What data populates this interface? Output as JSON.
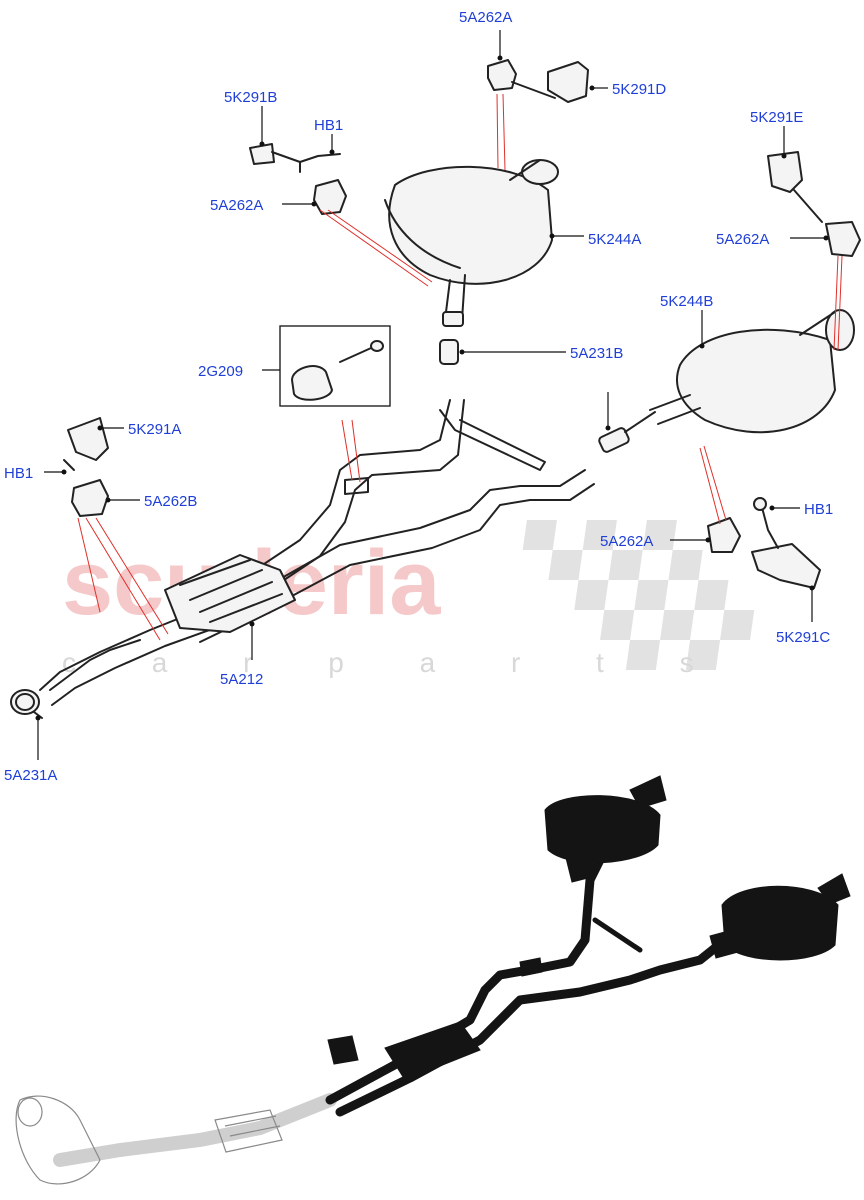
{
  "watermark": {
    "brand": "scuderia",
    "sub": "c a r p a r t s"
  },
  "labels": {
    "top_5a262a": "5A262A",
    "k291d": "5K291D",
    "k291b": "5K291B",
    "hb1_top": "HB1",
    "left_5a262a": "5A262A",
    "k291e": "5K291E",
    "right_5a262a": "5A262A",
    "k244a": "5K244A",
    "k244b": "5K244B",
    "g209": "2G209",
    "a231b": "5A231B",
    "k291a": "5K291A",
    "hb1_left": "HB1",
    "a262b": "5A262B",
    "hb1_right": "HB1",
    "bottom_5a262a": "5A262A",
    "k291c": "5K291C",
    "a212": "5A212",
    "a231a": "5A231A"
  },
  "colors": {
    "label": "#1f3fd6",
    "leader_red": "#e0302a",
    "watermark_red": "#f5c9c9"
  }
}
